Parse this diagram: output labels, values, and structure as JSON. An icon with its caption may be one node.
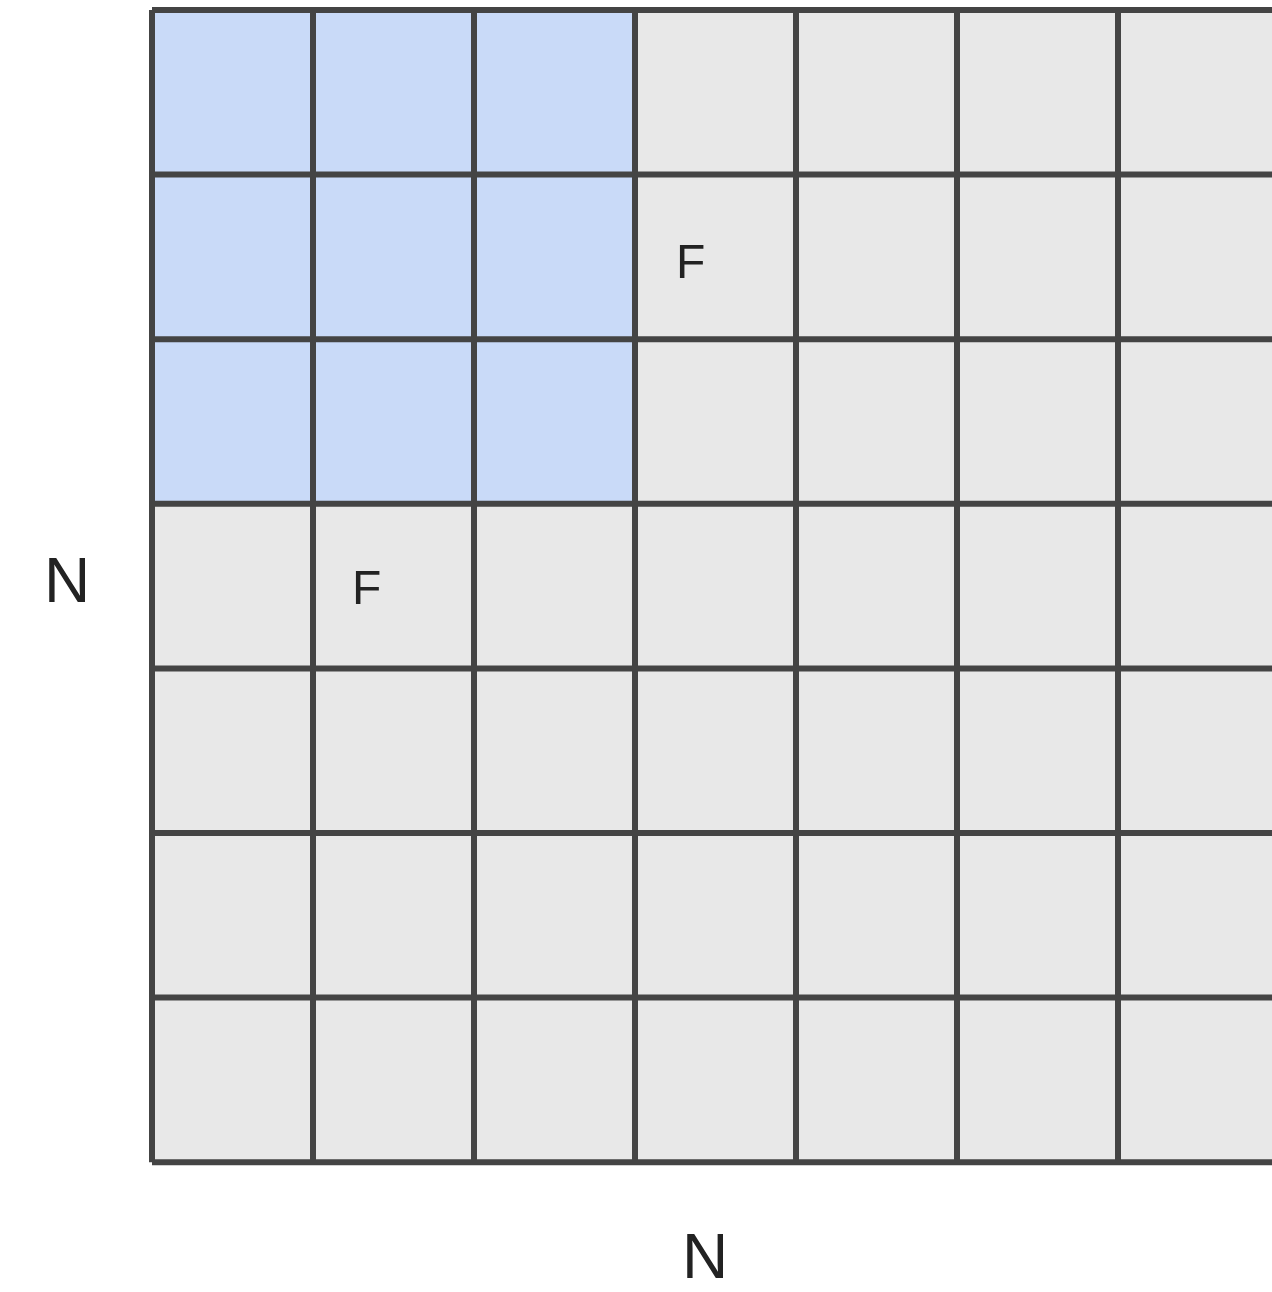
{
  "diagram": {
    "labels": [
      "F",
      "N",
      "F",
      "N"
    ]
  }
}
